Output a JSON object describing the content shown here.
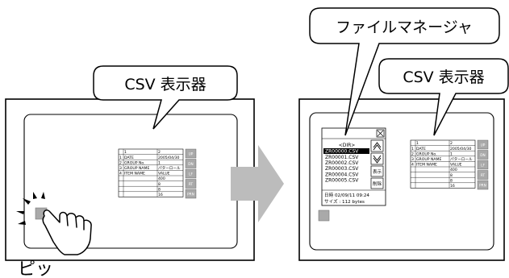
{
  "left_panel": {
    "callout_label": "CSV 表示器",
    "touch_sound": "ピッ"
  },
  "right_panel": {
    "callout_file_manager": "ファイルマネージャ",
    "callout_csv_viewer": "CSV 表示器"
  },
  "csv_table": {
    "header": [
      "",
      "1",
      "2"
    ],
    "rows": [
      [
        "1",
        "DATE",
        "2005/04/30"
      ],
      [
        "2",
        "GROUP No.",
        "1"
      ],
      [
        "3",
        "GROUP NAME",
        "パターロール"
      ],
      [
        "4",
        "ITEM NAME",
        "VALUE"
      ],
      [
        "",
        "",
        "400"
      ],
      [
        "",
        "",
        "8"
      ],
      [
        "",
        "",
        "8"
      ],
      [
        "",
        "",
        "16"
      ]
    ],
    "buttons": [
      "UP",
      "DN",
      "LF",
      "RT",
      "PRN"
    ]
  },
  "file_manager": {
    "dir_label": "<DIR>",
    "close_glyph": "⊠",
    "files": [
      "ZR00000.CSV",
      "ZR00001.CSV",
      "ZR00002.CSV",
      "ZR00003.CSV",
      "ZR00004.CSV",
      "ZR00005.CSV"
    ],
    "selected_index": 0,
    "scroll_up_glyph": "⇑",
    "scroll_down_glyph": "⇓",
    "display_button": "表示",
    "delete_button": "削除",
    "date_line": "日時  02/09/11  09:24",
    "size_line": "サイズ : 112 bytes"
  },
  "colors": {
    "arrow_gray": "#bcbcbc",
    "screen_bg": "#ffffff",
    "button_gray": "#a9a9a9",
    "selected_bg": "#000000"
  }
}
